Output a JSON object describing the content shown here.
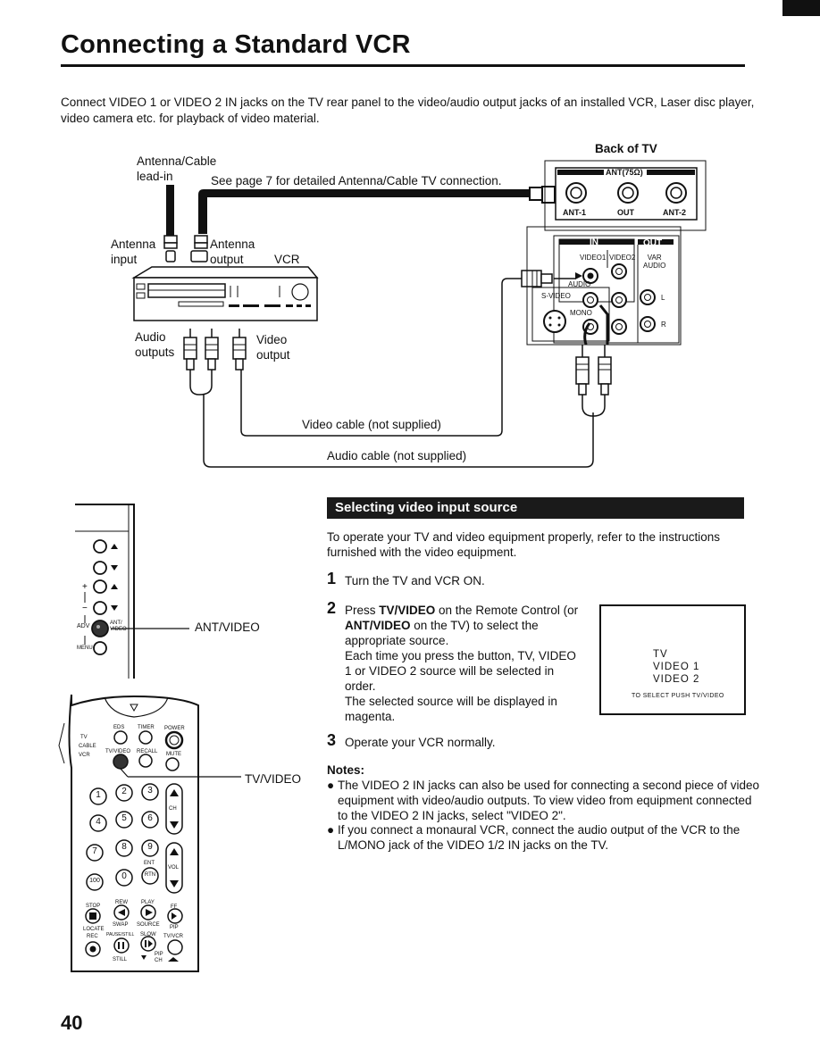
{
  "page": {
    "title": "Connecting a Standard VCR",
    "intro": "Connect VIDEO 1 or VIDEO 2 IN jacks on the TV rear panel to the video/audio output jacks of an installed VCR, Laser disc player, video camera etc. for playback of video material.",
    "page_number": "40"
  },
  "diagram": {
    "antenna_cable_leadin": "Antenna/Cable\nlead-in",
    "see_page": "See page 7 for detailed Antenna/Cable TV connection.",
    "back_of_tv": "Back of TV",
    "ant_75": "ANT(75Ω)",
    "ant1": "ANT-1",
    "out": "OUT",
    "ant2": "ANT-2",
    "antenna_input": "Antenna\ninput",
    "antenna_output": "Antenna\noutput",
    "vcr": "VCR",
    "audio_outputs": "Audio\noutputs",
    "video_output": "Video\noutput",
    "in_label": "IN",
    "out_label": "OUT",
    "video1": "VIDEO1",
    "video2": "VIDEO2",
    "var_audio": "VAR\nAUDIO",
    "audio": "AUDIO",
    "s_video": "S-VIDEO",
    "mono": "MONO",
    "l": "L",
    "r": "R",
    "video_cable": "Video cable (not supplied)",
    "audio_cable": "Audio cable (not supplied)"
  },
  "tv_panel": {
    "ant_video": "ANT/VIDEO",
    "adv": "ADV",
    "menu": "MENU",
    "ant_video_small": "ANT/\nVIDEO"
  },
  "remote": {
    "tv_video_callout": "TV/VIDEO",
    "tv": "TV",
    "cable": "CABLE",
    "vcr": "VCR",
    "eds": "EDS",
    "timer": "TIMER",
    "power": "POWER",
    "tvvideo": "TV/VIDEO",
    "recall": "RECALL",
    "mute": "MUTE",
    "ch": "CH",
    "vol": "VOL",
    "ent": "ENT",
    "rtn": "RTN",
    "n1": "1",
    "n2": "2",
    "n3": "3",
    "n4": "4",
    "n5": "5",
    "n6": "6",
    "n7": "7",
    "n8": "8",
    "n9": "9",
    "n0": "0",
    "n100": "100",
    "stop": "STOP",
    "rew": "REW",
    "play": "PLAY",
    "ff": "FF",
    "locate": "LOCATE",
    "swap": "SWAP",
    "source": "SOURCE",
    "pip": "PIP",
    "rec": "REC",
    "pause_still": "PAUSE/STILL",
    "slow": "SLOW",
    "tv_vcr": "TV/VCR",
    "still": "STILL",
    "pip_ch": "PIP\nCH"
  },
  "section": {
    "heading": "Selecting video input source",
    "lead": "To operate your TV and video equipment properly, refer to the instructions furnished with the video equipment.",
    "steps": [
      {
        "num": "1",
        "text": "Turn the TV and VCR ON."
      },
      {
        "num": "2",
        "text_pre": "Press ",
        "b1": "TV/VIDEO",
        "text_mid": " on the Remote Control (or ",
        "b2": "ANT/VIDEO",
        "text_post": " on the TV) to select the appropriate source.\nEach time you press the button, TV, VIDEO 1 or VIDEO 2 source will be selected in order.\nThe selected source will be displayed in magenta."
      },
      {
        "num": "3",
        "text": "Operate your VCR normally."
      }
    ],
    "screen_lines": [
      "TV",
      "VIDEO 1",
      "VIDEO 2"
    ],
    "screen_hint": "TO SELECT PUSH TV/VIDEO",
    "notes_heading": "Notes:",
    "notes": [
      "The VIDEO 2 IN jacks can also be used for connecting a second piece of video equipment with video/audio outputs. To view video from equipment connected to the VIDEO 2 IN jacks, select \"VIDEO 2\".",
      "If you connect a monaural VCR, connect the audio output of the VCR to the L/MONO jack of the VIDEO 1/2 IN jacks on the TV."
    ],
    "bullet": "●"
  }
}
